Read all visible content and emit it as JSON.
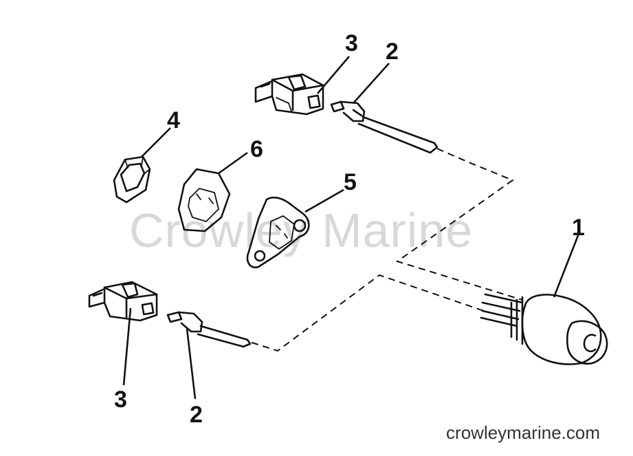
{
  "callouts": {
    "c1": "1",
    "c2_top": "2",
    "c3_top": "3",
    "c4": "4",
    "c5": "5",
    "c6": "6",
    "c2_bottom": "2",
    "c3_bottom": "3"
  },
  "watermark": "Crowley Marine",
  "site_label": "crowleymarine.com",
  "colors": {
    "ink": "#111111",
    "watermark": "#d8d8d8",
    "background": "#ffffff"
  }
}
